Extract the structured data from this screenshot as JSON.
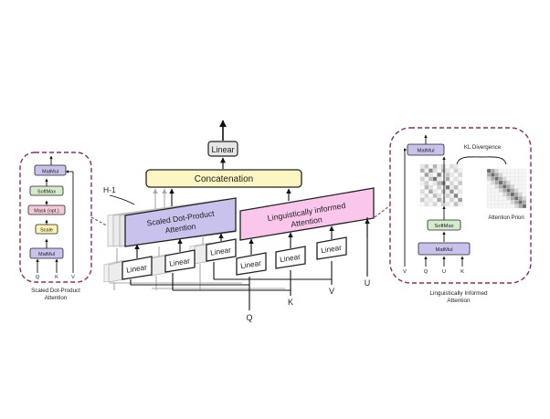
{
  "main": {
    "top_linear": "Linear",
    "concatenation": "Concatenation",
    "heads_label": "H-1",
    "sdpa_line1": "Scaled Dot-Product",
    "sdpa_line2": "Attention",
    "lia_line1": "Linguistically informed",
    "lia_line2": "Attention",
    "linear": "Linear",
    "inputs": [
      "Q",
      "K",
      "V",
      "U"
    ]
  },
  "left_detail": {
    "blocks": [
      "MatMul",
      "SoftMax",
      "Mask (opt.)",
      "Scale",
      "MatMul"
    ],
    "inputs": [
      "Q",
      "K",
      "V"
    ],
    "caption_line1": "Scaled Dot-Product",
    "caption_line2": "Attention"
  },
  "right_detail": {
    "top_matmul": "MatMul",
    "kl": "KL Divergence",
    "softmax": "SoftMax",
    "bottom_matmul": "MatMul",
    "prior": "Attention Priori",
    "inputs": [
      "V",
      "Q",
      "U",
      "K"
    ],
    "caption_line1": "Linguistically Informed",
    "caption_line2": "Attention"
  },
  "colors": {
    "linear_fill": "#e6e6e6",
    "concat_fill": "#fbf6c2",
    "sdpa_fill": "#c9c2ec",
    "lia_fill": "#fbc6ec",
    "softmax_fill": "#d3eccb",
    "mask_fill": "#f6cbd9",
    "scale_fill": "#fbf2b3",
    "matmul_fill": "#c9c2ec",
    "dash": "#8b2c6b"
  }
}
